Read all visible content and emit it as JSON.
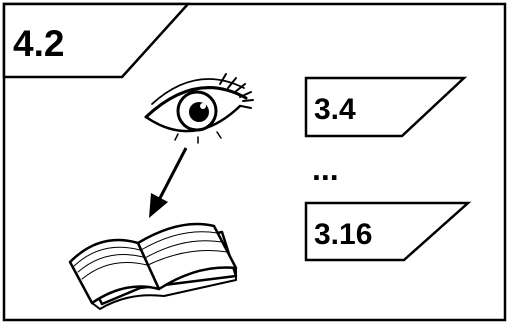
{
  "section": {
    "label": "4.2"
  },
  "references": [
    {
      "label": "3.4"
    },
    {
      "label": "3.16"
    }
  ],
  "ellipsis": "...",
  "icons": {
    "eye": "eye-icon",
    "book": "open-book-icon",
    "arrow": "arrow-down-left-icon"
  },
  "colors": {
    "line": "#000000",
    "background": "#ffffff"
  }
}
